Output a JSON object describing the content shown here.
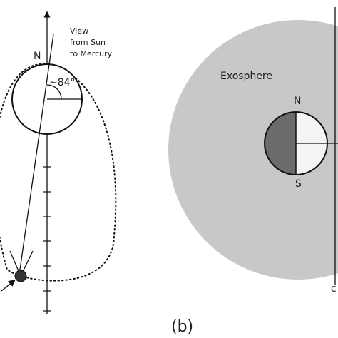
{
  "panel_a": {
    "view_line1": "View",
    "view_line2": "from Sun",
    "view_line3": "to Mercury",
    "north": "N",
    "angle": "~84°"
  },
  "panel_b": {
    "exosphere": "Exosphere",
    "north": "N",
    "south": "S",
    "edge_glyph": "c",
    "panel_label": "(b)"
  },
  "colors": {
    "exosphere_fill": "#c8c8c8",
    "night_side": "#6b6b6b",
    "day_side": "#f4f4f4",
    "line": "#111111"
  }
}
